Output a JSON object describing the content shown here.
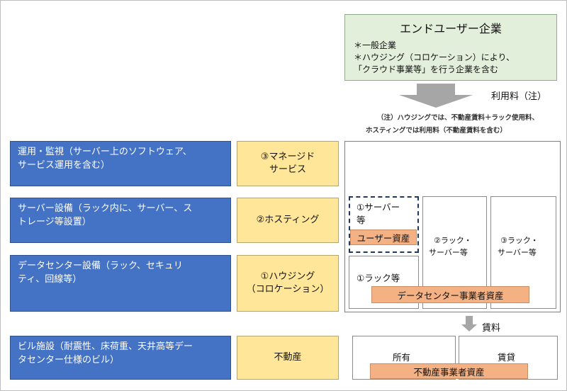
{
  "enduser": {
    "title": "エンドユーザー企業",
    "lines": [
      "＊一般企業",
      "＊ハウジング（コロケーション）により、",
      "「クラウド事業等」を行う企業を含む"
    ]
  },
  "fee_label": "利用料（注）",
  "note_lines": [
    "（注）ハウジングでは、不動産賃料＋ラック使用料、",
    "ホスティングでは利用料（不動産賃料を含む）"
  ],
  "layers": [
    {
      "lines": [
        "運用・監視（サーバー上のソフトウェア、",
        "サービス運用を含む）"
      ],
      "service": [
        "③マネージド",
        "サービス"
      ]
    },
    {
      "lines": [
        "サーバー設備（ラック内に、サーバー、ス",
        "トレージ等設置）"
      ],
      "service": [
        "②ホスティング"
      ]
    },
    {
      "lines": [
        "データセンター設備（ラック、セキュリ",
        "ティ、回線等）"
      ],
      "service": [
        "①ハウジング",
        "（コロケーション）"
      ]
    },
    {
      "lines": [
        "ビル施設（耐震性、床荷重、天井高等デー",
        "タセンター仕様のビル）"
      ],
      "service": [
        "不動産"
      ]
    }
  ],
  "dc": {
    "user_server": [
      "①サーバー",
      "等"
    ],
    "user_asset": "ユーザー資産",
    "rack": "①ラック等",
    "rack_server_2": [
      "②ラック・",
      "サーバー等"
    ],
    "rack_server_3": [
      "③ラック・",
      "サーバー等"
    ],
    "operator_asset": "データセンター事業者資産"
  },
  "rent_label": "賃料",
  "building": {
    "owned": "所有",
    "leased": "賃貸",
    "asset": "不動産事業者資産"
  },
  "colors": {
    "blue": "#4472c4",
    "yellow": "#ffe699",
    "green": "#e2efda",
    "orange": "#f4b183",
    "gray_arrow": "#a6a6a6"
  }
}
